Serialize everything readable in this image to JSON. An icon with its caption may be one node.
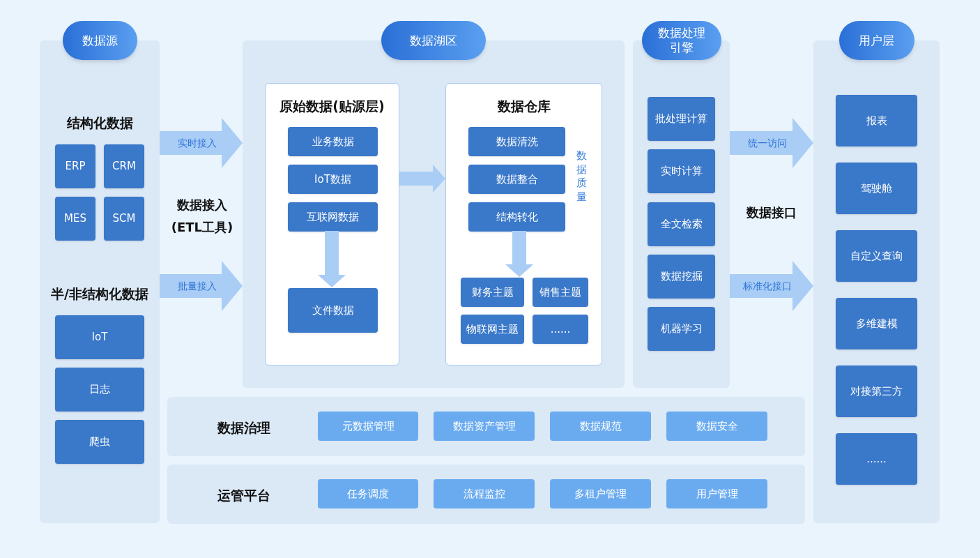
{
  "diagram": {
    "nodes": [
      {
        "text": [
          "数据源"
        ]
      },
      {
        "text": [
          "ERP"
        ],
        "in": 0
      },
      {
        "text": [
          "CRM"
        ],
        "in": 0
      },
      {
        "text": [
          "MES"
        ],
        "in": 0
      },
      {
        "text": [
          "SCM"
        ],
        "in": 0
      },
      {
        "text": [
          "IoT"
        ],
        "in": 0
      },
      {
        "text": [
          "日志"
        ],
        "in": 0
      },
      {
        "text": [
          "爬虫"
        ],
        "in": 0
      },
      {
        "text": [
          "数据湖区"
        ]
      },
      {
        "text": [
          "原始数据(贴源层)"
        ],
        "in": 8
      },
      {
        "text": [
          "业务数据"
        ],
        "in": 9
      },
      {
        "text": [
          "IoT数据"
        ],
        "in": 9
      },
      {
        "text": [
          "互联网数据"
        ],
        "in": 9
      },
      {
        "text": [
          "文件数据"
        ],
        "in": 9
      },
      {
        "text": [
          "数据仓库"
        ],
        "in": 8
      },
      {
        "text": [
          "数据清洗"
        ],
        "in": 14
      },
      {
        "text": [
          "数据整合"
        ],
        "in": 14
      },
      {
        "text": [
          "结构转化"
        ],
        "in": 14
      },
      {
        "text": [
          "财务主题"
        ],
        "in": 14
      },
      {
        "text": [
          "销售主题"
        ],
        "in": 14
      },
      {
        "text": [
          "物联网主题"
        ],
        "in": 14
      },
      {
        "text": [
          "......"
        ],
        "in": 14
      },
      {
        "text": [
          "数据处理引擎"
        ]
      },
      {
        "text": [
          "批处理计算"
        ],
        "in": 22
      },
      {
        "text": [
          "实时计算"
        ],
        "in": 22
      },
      {
        "text": [
          "全文检索"
        ],
        "in": 22
      },
      {
        "text": [
          "数据挖掘"
        ],
        "in": 22
      },
      {
        "text": [
          "机器学习"
        ],
        "in": 22
      },
      {
        "text": [
          "用户层"
        ]
      },
      {
        "text": [
          "报表"
        ],
        "in": 28
      },
      {
        "text": [
          "驾驶舱"
        ],
        "in": 28
      },
      {
        "text": [
          "自定义查询"
        ],
        "in": 28
      },
      {
        "text": [
          "多维建模"
        ],
        "in": 28
      },
      {
        "text": [
          "对接第三方"
        ],
        "in": 28
      },
      {
        "text": [
          "......"
        ],
        "in": 28
      },
      {
        "text": [
          "数据治理"
        ]
      },
      {
        "text": [
          "元数据管理"
        ],
        "in": 35
      },
      {
        "text": [
          "数据资产管理"
        ],
        "in": 35
      },
      {
        "text": [
          "数据规范"
        ],
        "in": 35
      },
      {
        "text": [
          "数据安全"
        ],
        "in": 35
      },
      {
        "text": [
          "运管平台"
        ]
      },
      {
        "text": [
          "任务调度"
        ],
        "in": 40
      },
      {
        "text": [
          "流程监控"
        ],
        "in": 40
      },
      {
        "text": [
          "多租户管理"
        ],
        "in": 40
      },
      {
        "text": [
          "用户管理"
        ],
        "in": 40
      }
    ],
    "edges": [
      {
        "from": 0,
        "to": 8,
        "arrow": "to",
        "label": "实时接入"
      },
      {
        "from": 0,
        "to": 8,
        "arrow": "to",
        "label": "批量接入"
      },
      {
        "from": 12,
        "to": 13,
        "arrow": "to"
      },
      {
        "from": 9,
        "to": 14,
        "arrow": "to"
      },
      {
        "from": 17,
        "to": 18,
        "arrow": "to"
      },
      {
        "from": 22,
        "to": 28,
        "arrow": "to",
        "label": "统一访问"
      },
      {
        "from": 22,
        "to": 28,
        "arrow": "to",
        "label": "标准化接口"
      }
    ],
    "labels": [
      "结构化数据",
      "半/非结构化数据",
      "数据接入(ETL工具)",
      "数据质量",
      "数据接口"
    ]
  }
}
